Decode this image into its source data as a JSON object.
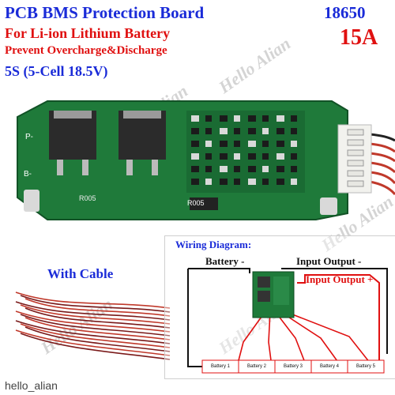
{
  "header": {
    "title": "PCB BMS Protection Board",
    "model": "18650",
    "subtitle": "For Li-ion Lithium Battery",
    "current": "15A",
    "feature": "Prevent Overcharge&Discharge",
    "cells": "5S (5-Cell 18.5V)"
  },
  "product": {
    "cable_label": "With Cable",
    "silk_b_minus": "B-",
    "silk_p": "P-",
    "resistor_code": "R005"
  },
  "wiring": {
    "title": "Wiring Diagram:",
    "battery_minus": "Battery -",
    "input_output_minus": "Input Output -",
    "input_output_plus": "Input Output +",
    "battery_cells": [
      "Battery 1",
      "Battery 2",
      "Battery 3",
      "Battery 4",
      "Battery 5"
    ]
  },
  "watermark": {
    "brand": "Hello Alian",
    "handle": "hello_alian"
  },
  "colors": {
    "blue_text": "#1a2bd8",
    "red_text": "#e01010",
    "pcb_green": "#1f7a3a"
  }
}
